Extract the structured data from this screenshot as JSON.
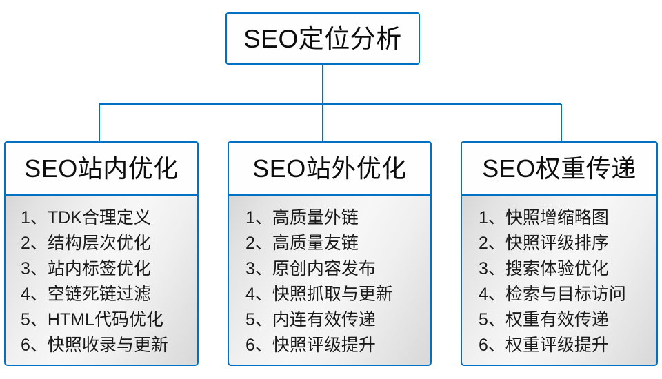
{
  "diagram": {
    "type": "tree-hierarchy",
    "accent_color": "#0070c0",
    "text_color": "#0d0d0d",
    "panel_background": "#eeeeee",
    "root": {
      "label": "SEO定位分析"
    },
    "branches": [
      {
        "title": "SEO站内优化",
        "items": [
          "1、TDK合理定义",
          "2、结构层次优化",
          "3、站内标签优化",
          "4、空链死链过滤",
          "5、HTML代码优化",
          "6、快照收录与更新"
        ]
      },
      {
        "title": "SEO站外优化",
        "items": [
          "1、高质量外链",
          "2、高质量友链",
          "3、原创内容发布",
          "4、快照抓取与更新",
          "5、内连有效传递",
          "6、快照评级提升"
        ]
      },
      {
        "title": "SEO权重传递",
        "items": [
          "1、快照增缩略图",
          "2、快照评级排序",
          "3、搜索体验优化",
          "4、检索与目标访问",
          "5、权重有效传递",
          "6、权重评级提升"
        ]
      }
    ]
  }
}
